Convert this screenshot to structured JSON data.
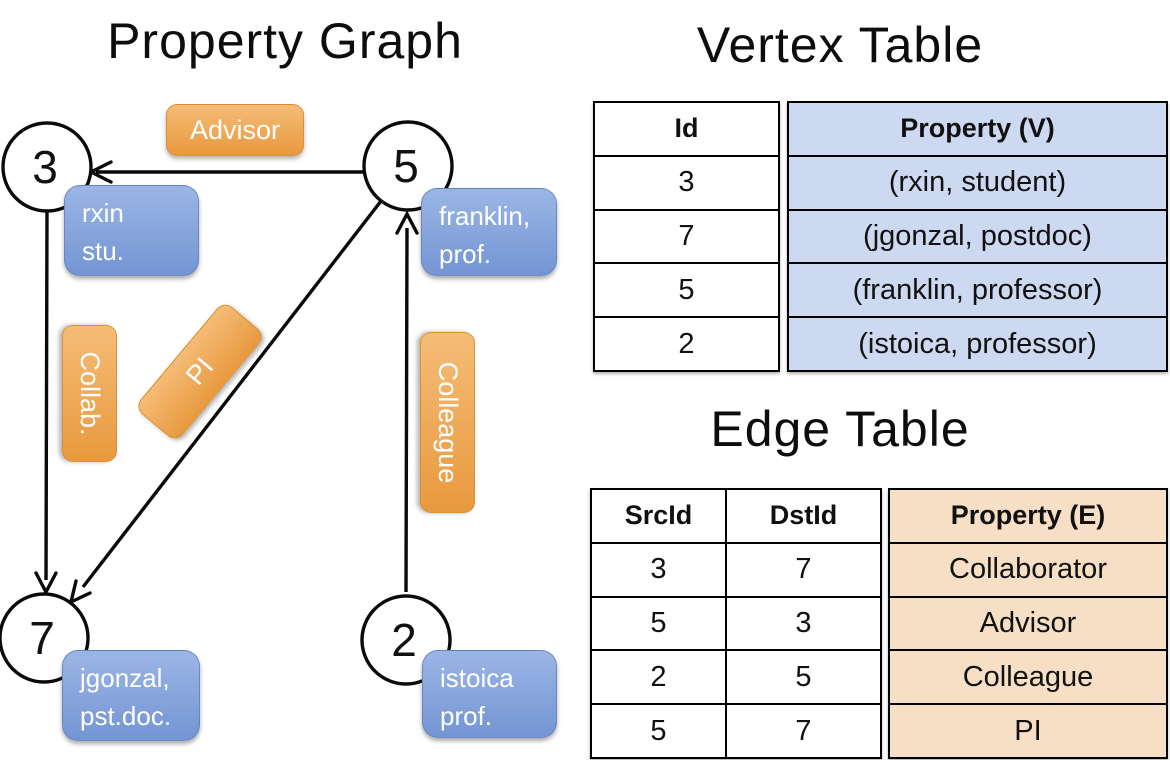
{
  "graph": {
    "title": "Property Graph",
    "nodes": [
      {
        "id": "3"
      },
      {
        "id": "5"
      },
      {
        "id": "7"
      },
      {
        "id": "2"
      }
    ],
    "node_properties": [
      {
        "line1": "rxin",
        "line2": "stu."
      },
      {
        "line1": "franklin,",
        "line2": "prof."
      },
      {
        "line1": "jgonzal,",
        "line2": "pst.doc."
      },
      {
        "line1": "istoica",
        "line2": "prof."
      }
    ],
    "edges": [
      {
        "src": "5",
        "dst": "3",
        "label": "Advisor"
      },
      {
        "src": "3",
        "dst": "7",
        "label": "Collab."
      },
      {
        "src": "5",
        "dst": "7",
        "label": "PI"
      },
      {
        "src": "2",
        "dst": "5",
        "label": "Colleague"
      }
    ]
  },
  "vertex_table": {
    "title": "Vertex Table",
    "columns": {
      "id": "Id",
      "property": "Property (V)"
    },
    "rows": [
      {
        "id": "3",
        "property": "(rxin, student)"
      },
      {
        "id": "7",
        "property": "(jgonzal, postdoc)"
      },
      {
        "id": "5",
        "property": "(franklin, professor)"
      },
      {
        "id": "2",
        "property": "(istoica, professor)"
      }
    ]
  },
  "edge_table": {
    "title": "Edge Table",
    "columns": {
      "src": "SrcId",
      "dst": "DstId",
      "property": "Property (E)"
    },
    "rows": [
      {
        "src": "3",
        "dst": "7",
        "property": "Collaborator"
      },
      {
        "src": "5",
        "dst": "3",
        "property": "Advisor"
      },
      {
        "src": "2",
        "dst": "5",
        "property": "Colleague"
      },
      {
        "src": "5",
        "dst": "7",
        "property": "PI"
      }
    ]
  },
  "colors": {
    "vertex_table_fill": "#CCD9F1",
    "edge_table_fill": "#F6DFC4",
    "node_label_blue_top": "#9BB6E5",
    "node_label_blue_bottom": "#7495D4",
    "edge_label_orange_top": "#F5BC77",
    "edge_label_orange_bottom": "#E8993E",
    "line_color": "#0A0A0A"
  }
}
